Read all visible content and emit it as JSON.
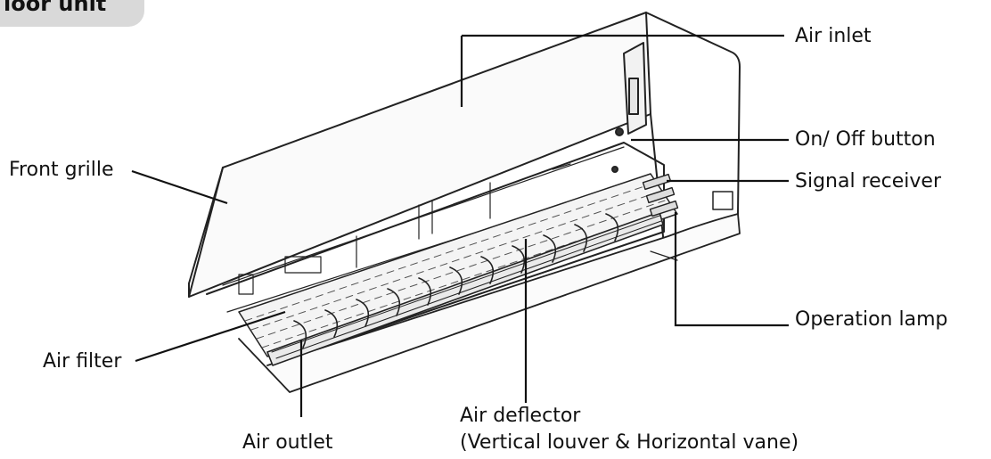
{
  "header": {
    "title": "loor unit"
  },
  "labels": {
    "air_inlet": "Air inlet",
    "on_off_button": "On/ Off button",
    "signal_receiver": "Signal receiver",
    "operation_lamp": "Operation lamp",
    "front_grille": "Front grille",
    "air_filter": "Air filter",
    "air_outlet": "Air outlet",
    "air_deflector_line1": "Air deflector",
    "air_deflector_line2": "(Vertical louver & Horizontal vane)"
  }
}
